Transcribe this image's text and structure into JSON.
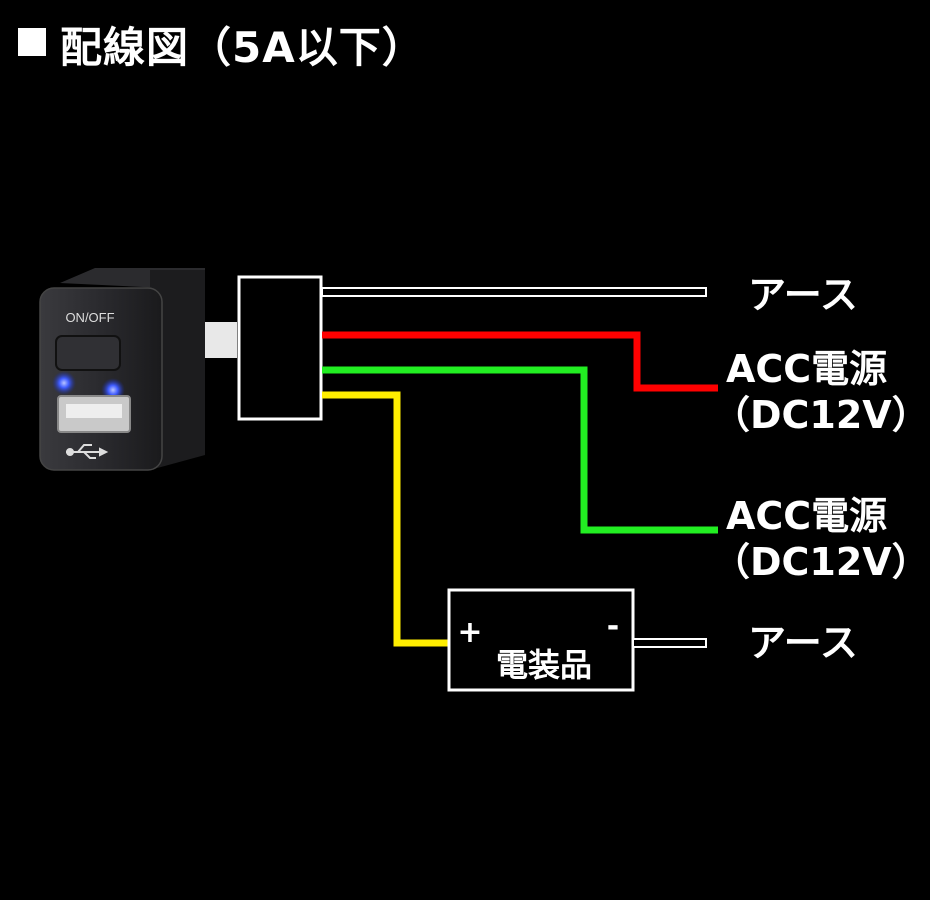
{
  "title": "配線図（5A以下）",
  "switch": {
    "button_label": "ON/OFF"
  },
  "wires": [
    {
      "id": "ground-1",
      "color": "#ffffff",
      "label_lines": [
        "アース"
      ]
    },
    {
      "id": "acc-red",
      "color": "#ff0000",
      "label_lines": [
        "ACC電源",
        "（DC12V）"
      ]
    },
    {
      "id": "acc-green",
      "color": "#22ee22",
      "label_lines": [
        "ACC電源",
        "（DC12V）"
      ]
    },
    {
      "id": "load-yellow",
      "color": "#ffee00",
      "label_lines": []
    },
    {
      "id": "ground-2",
      "color": "#ffffff",
      "label_lines": [
        "アース"
      ]
    }
  ],
  "device": {
    "label": "電装品",
    "plus": "+",
    "minus": "-"
  },
  "colors": {
    "background": "#000000",
    "led": "#2a4bff"
  }
}
